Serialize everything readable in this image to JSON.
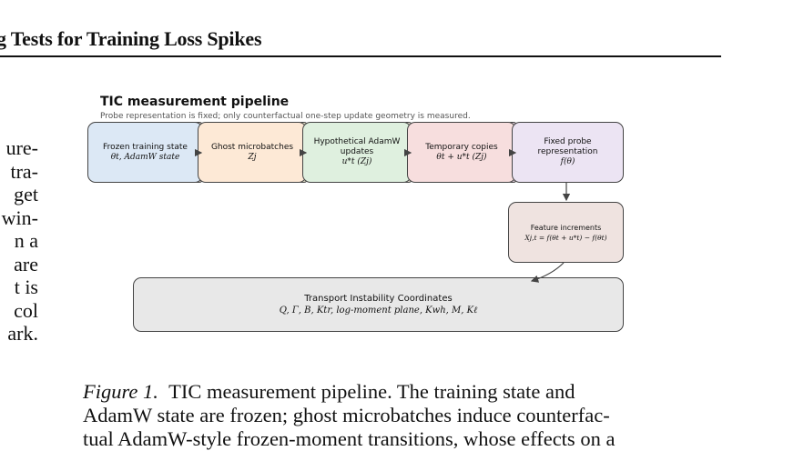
{
  "header": {
    "running_title": "g Tests for Training Loss Spikes"
  },
  "left_column_fragments": [
    "ure-",
    "tra-",
    "get",
    "win-",
    "n a",
    "are",
    "t is",
    "col",
    "ark."
  ],
  "figure": {
    "title": "TIC measurement pipeline",
    "subtitle": "Probe representation is fixed; only counterfactual one-step update geometry is measured.",
    "colors": {
      "frozen": "#dce8f5",
      "ghost": "#fde9d6",
      "adamw": "#dff0df",
      "temporary": "#f7dede",
      "probe": "#ece4f3",
      "feature": "#efe3e0",
      "tic": "#e8e8e8"
    },
    "boxes": {
      "frozen": {
        "line1": "Frozen training state",
        "line2": "θt, AdamW state"
      },
      "ghost": {
        "line1": "Ghost microbatches",
        "line2": "Zj"
      },
      "adamw": {
        "line1": "Hypothetical AdamW",
        "line2": "updates",
        "line3": "u*t (Zj)"
      },
      "temporary": {
        "line1": "Temporary copies",
        "line2": "θt + u*t (Zj)"
      },
      "probe": {
        "line1": "Fixed probe",
        "line2": "representation",
        "line3": "f(θ)"
      },
      "feature": {
        "line1": "Feature increments",
        "line2": "Xj,t = f(θt + u*t) − f(θt)"
      },
      "tic": {
        "line1": "Transport Instability Coordinates",
        "line2": "Q, Γ, B, Ktr, log-moment plane, Kwh, M, Kℓ"
      }
    }
  },
  "caption": {
    "label": "Figure 1.",
    "lines": [
      "TIC measurement pipeline.  The training state and",
      "AdamW state are frozen; ghost microbatches induce counterfac-",
      "tual AdamW-style frozen-moment transitions, whose effects on a"
    ]
  }
}
